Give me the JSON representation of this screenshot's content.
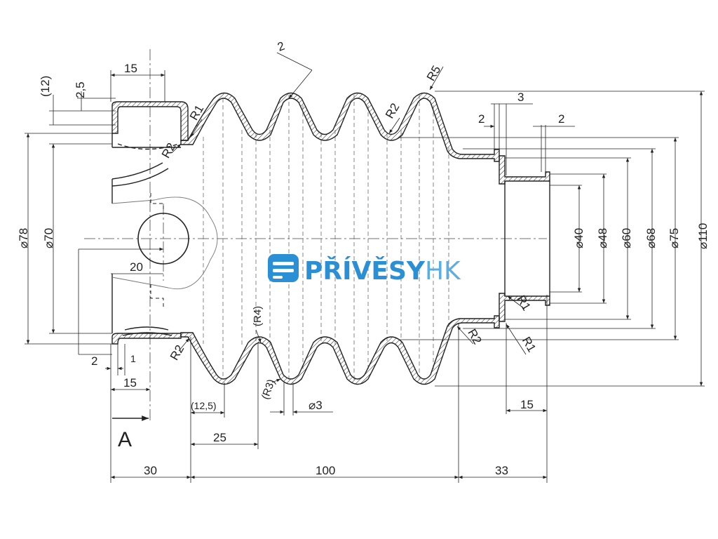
{
  "drawing": {
    "view_label": "A",
    "dimensions": {
      "len_30": "30",
      "len_100": "100",
      "len_33": "33",
      "len_25": "25",
      "len_12_5": "(12,5)",
      "len_15_top": "15",
      "len_15_bottom": "15",
      "len_15_right": "15",
      "len_2_crest": "2",
      "len_3_top": "3",
      "len_2_top_a": "2",
      "len_2_top_b": "2",
      "len_2_left": "2",
      "len_1_left": "1",
      "len_2_5": "2,5",
      "len_12_paren": "(12)",
      "hole_20": "20",
      "dia_78": "⌀78",
      "dia_70": "⌀70",
      "dia_40": "⌀40",
      "dia_48": "⌀48",
      "dia_60": "⌀60",
      "dia_68": "⌀68",
      "dia_75": "⌀75",
      "dia_110": "⌀110",
      "dia_3": "⌀3",
      "r5": "R5",
      "r2_crest": "R2",
      "r1_top": "R1",
      "r2_inner_left": "R2",
      "r4": "(R4)",
      "r3": "(R3)",
      "r2_bottom_left": "R2",
      "r2_bottom_right": "R2",
      "r1_right_a": "R1",
      "r1_right_b": "R1"
    }
  },
  "logo": {
    "brand_main": "PŘÍVĚSY",
    "brand_suffix": "HK",
    "color_main": "#2b8fd6",
    "color_suffix": "#5aaee6",
    "icon": "trailer-logo-icon"
  },
  "colors": {
    "line": "#222222",
    "centerline": "#444444",
    "hatch": "#333333"
  }
}
